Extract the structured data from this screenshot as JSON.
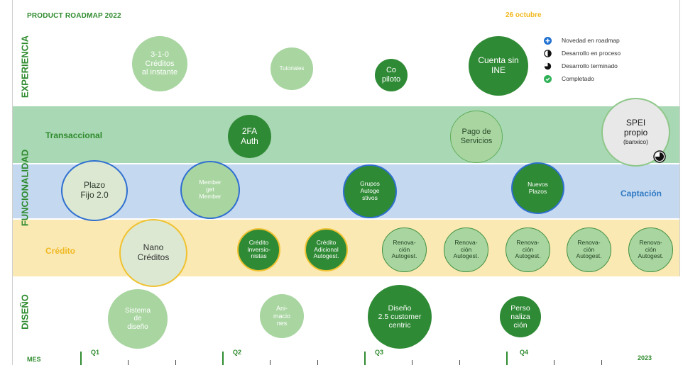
{
  "header": {
    "title": "PRODUCT ROADMAP 2022",
    "date": "26 octubre"
  },
  "sections": {
    "experiencia": "EXPERIENCIA",
    "funcionalidad": "FUNCIONALIDAD",
    "diseno": "DISEÑO"
  },
  "bands": {
    "transaccional": "Transaccional",
    "captacion": "Captación",
    "credito": "Crédito"
  },
  "legend": [
    {
      "icon": "plus-circle-icon",
      "label": "Novedad en roadmap",
      "color": "#1e6fd0"
    },
    {
      "icon": "half-circle-icon",
      "label": "Desarrollo en proceso",
      "color": "#111111"
    },
    {
      "icon": "three-quarter-circle-icon",
      "label": "Desarrollo terminado",
      "color": "#111111"
    },
    {
      "icon": "check-circle-icon",
      "label": "Completado",
      "color": "#2fb157"
    }
  ],
  "bubbles": {
    "creditos_instante": "3-1-0\nCréditos\nal instante",
    "tutoriales": "Tutoriales",
    "copiloto": "Co\npiloto",
    "cuenta_ine": "Cuenta sin\nINE",
    "auth_2fa": "2FA\nAuth",
    "pago_servicios": "Pago de\nServicios",
    "spei_main": "SPEI\npropio",
    "spei_sub": "(banxico)",
    "plazo_fijo": "Plazo\nFijo 2.0",
    "member_get_member": "Member\nget\nMember",
    "grupos_autogestivos": "Grupos\nAutoge\nstivos",
    "nuevos_plazos": "Nuevos\nPlazos",
    "nano_creditos": "Nano\nCréditos",
    "credito_inversionistas": "Crédito\nInversio-\nnistas",
    "credito_adicional": "Crédito\nAdicional\nAutogest.",
    "renovacion": "Renova-\nción\nAutogest.",
    "sistema_diseno": "Sistema\nde\ndiseño",
    "animaciones": "Ani-\nmacio\nnes",
    "diseno_25": "Diseño\n2.5 customer\ncentric",
    "personalizacion": "Perso\nnaliza\nción"
  },
  "axis": {
    "mes": "MES",
    "q1": "Q1",
    "q2": "Q2",
    "q3": "Q3",
    "q4": "Q4",
    "next_year": "2023"
  },
  "colors": {
    "dark_green": "#2f8a35",
    "light_green": "#a8d5a0",
    "transaccional_band": "#a9d8b4",
    "captacion_band": "#c4d9ef",
    "credito_band": "#fbe9b4",
    "captacion_text": "#2f78c4",
    "credito_text": "#f0b822",
    "brand_green": "#2e8b2e"
  }
}
